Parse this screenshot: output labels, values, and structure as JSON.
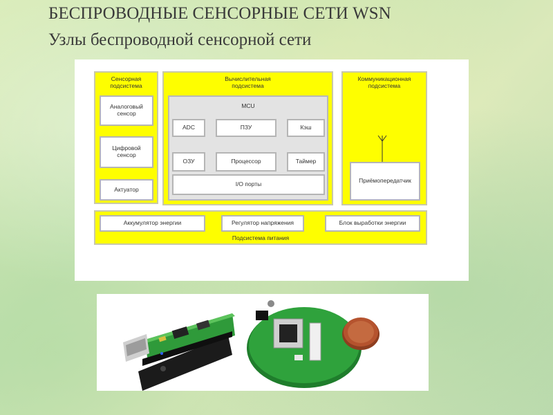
{
  "slide": {
    "title_line1": "БЕСПРОВОДНЫЕ СЕНСОРНЫЕ СЕТИ WSN",
    "title_line2": "Узлы беспроводной сенсорной сети"
  },
  "diagram": {
    "sensor_subsystem": {
      "label_line1": "Сенсорная",
      "label_line2": "подсистема",
      "analog_line1": "Аналоговый",
      "analog_line2": "сенсор",
      "digital_line1": "Цифровой",
      "digital_line2": "сенсор",
      "actuator": "Актуатор"
    },
    "compute_subsystem": {
      "label_line1": "Вычислительная",
      "label_line2": "подсистема",
      "mcu": "MCU",
      "adc": "ADC",
      "rom": "ПЗУ",
      "cache": "Кэш",
      "ram": "ОЗУ",
      "cpu": "Процессор",
      "timer": "Таймер",
      "io": "I/O порты"
    },
    "comm_subsystem": {
      "label_line1": "Коммуникационная",
      "label_line2": "подсистема",
      "transceiver": "Приёмопередатчик"
    },
    "power_subsystem": {
      "label": "Подсистема питания",
      "battery": "Аккумулятор энергии",
      "regulator": "Регулятор напряжения",
      "harvester": "Блок выработки энергии"
    }
  },
  "colors": {
    "subsystem_fill": "#fefe00",
    "mcu_fill": "#e3e3e3",
    "pcb_green": "#2f9a3a",
    "coin_copper": "#b5532e"
  },
  "photos": {
    "items": [
      "sensor-node-board-photo",
      "round-sensor-node-photo",
      "coin-photo"
    ]
  }
}
